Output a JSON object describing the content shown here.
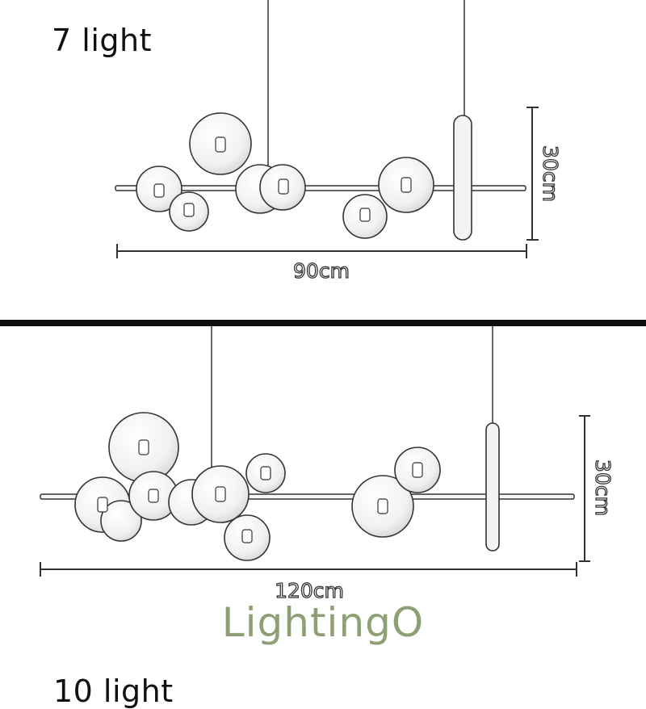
{
  "panels": [
    {
      "title": "7 light",
      "width_label": "90cm",
      "height_label": "30cm"
    },
    {
      "title": "10 light",
      "width_label": "120cm",
      "height_label": "30cm"
    }
  ],
  "watermark": "LightingO",
  "colors": {
    "line": "#333333",
    "divider": "#0d0d0d",
    "watermark": "#8e9f76"
  }
}
